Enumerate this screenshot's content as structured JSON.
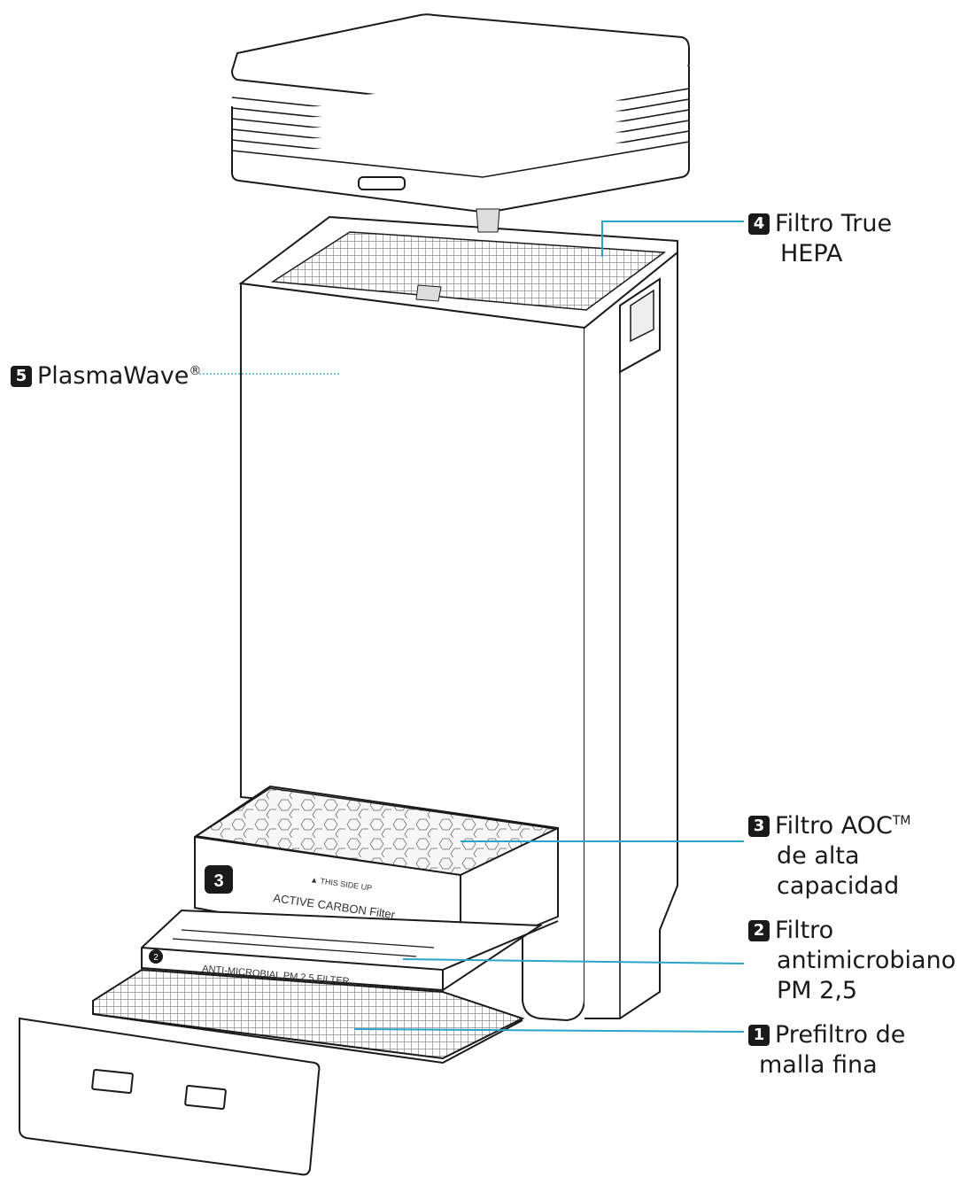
{
  "labels": {
    "hepa": {
      "num": "4",
      "line1": "Filtro True",
      "line2": "HEPA"
    },
    "plasma": {
      "num": "5",
      "text": "PlasmaWave",
      "mark": "®"
    },
    "aoc": {
      "num": "3",
      "line1": "Filtro AOC",
      "tm": "TM",
      "line2": "de alta",
      "line3": "capacidad"
    },
    "anti": {
      "num": "2",
      "line1": "Filtro",
      "line2": "antimicrobiano",
      "line3": "PM 2,5"
    },
    "pre": {
      "num": "1",
      "line1": "Prefiltro de",
      "line2": "malla fina"
    }
  },
  "printed": {
    "carbon_badge": "3",
    "carbon_top": "▲ THIS SIDE UP",
    "carbon_name": "ACTIVE CARBON Filter",
    "anti_badge": "2",
    "anti_name": "ANTI-MICROBIAL PM 2.5 FILTER"
  },
  "colors": {
    "leader": "#2aa3c8",
    "outline": "#1a1a1a"
  }
}
